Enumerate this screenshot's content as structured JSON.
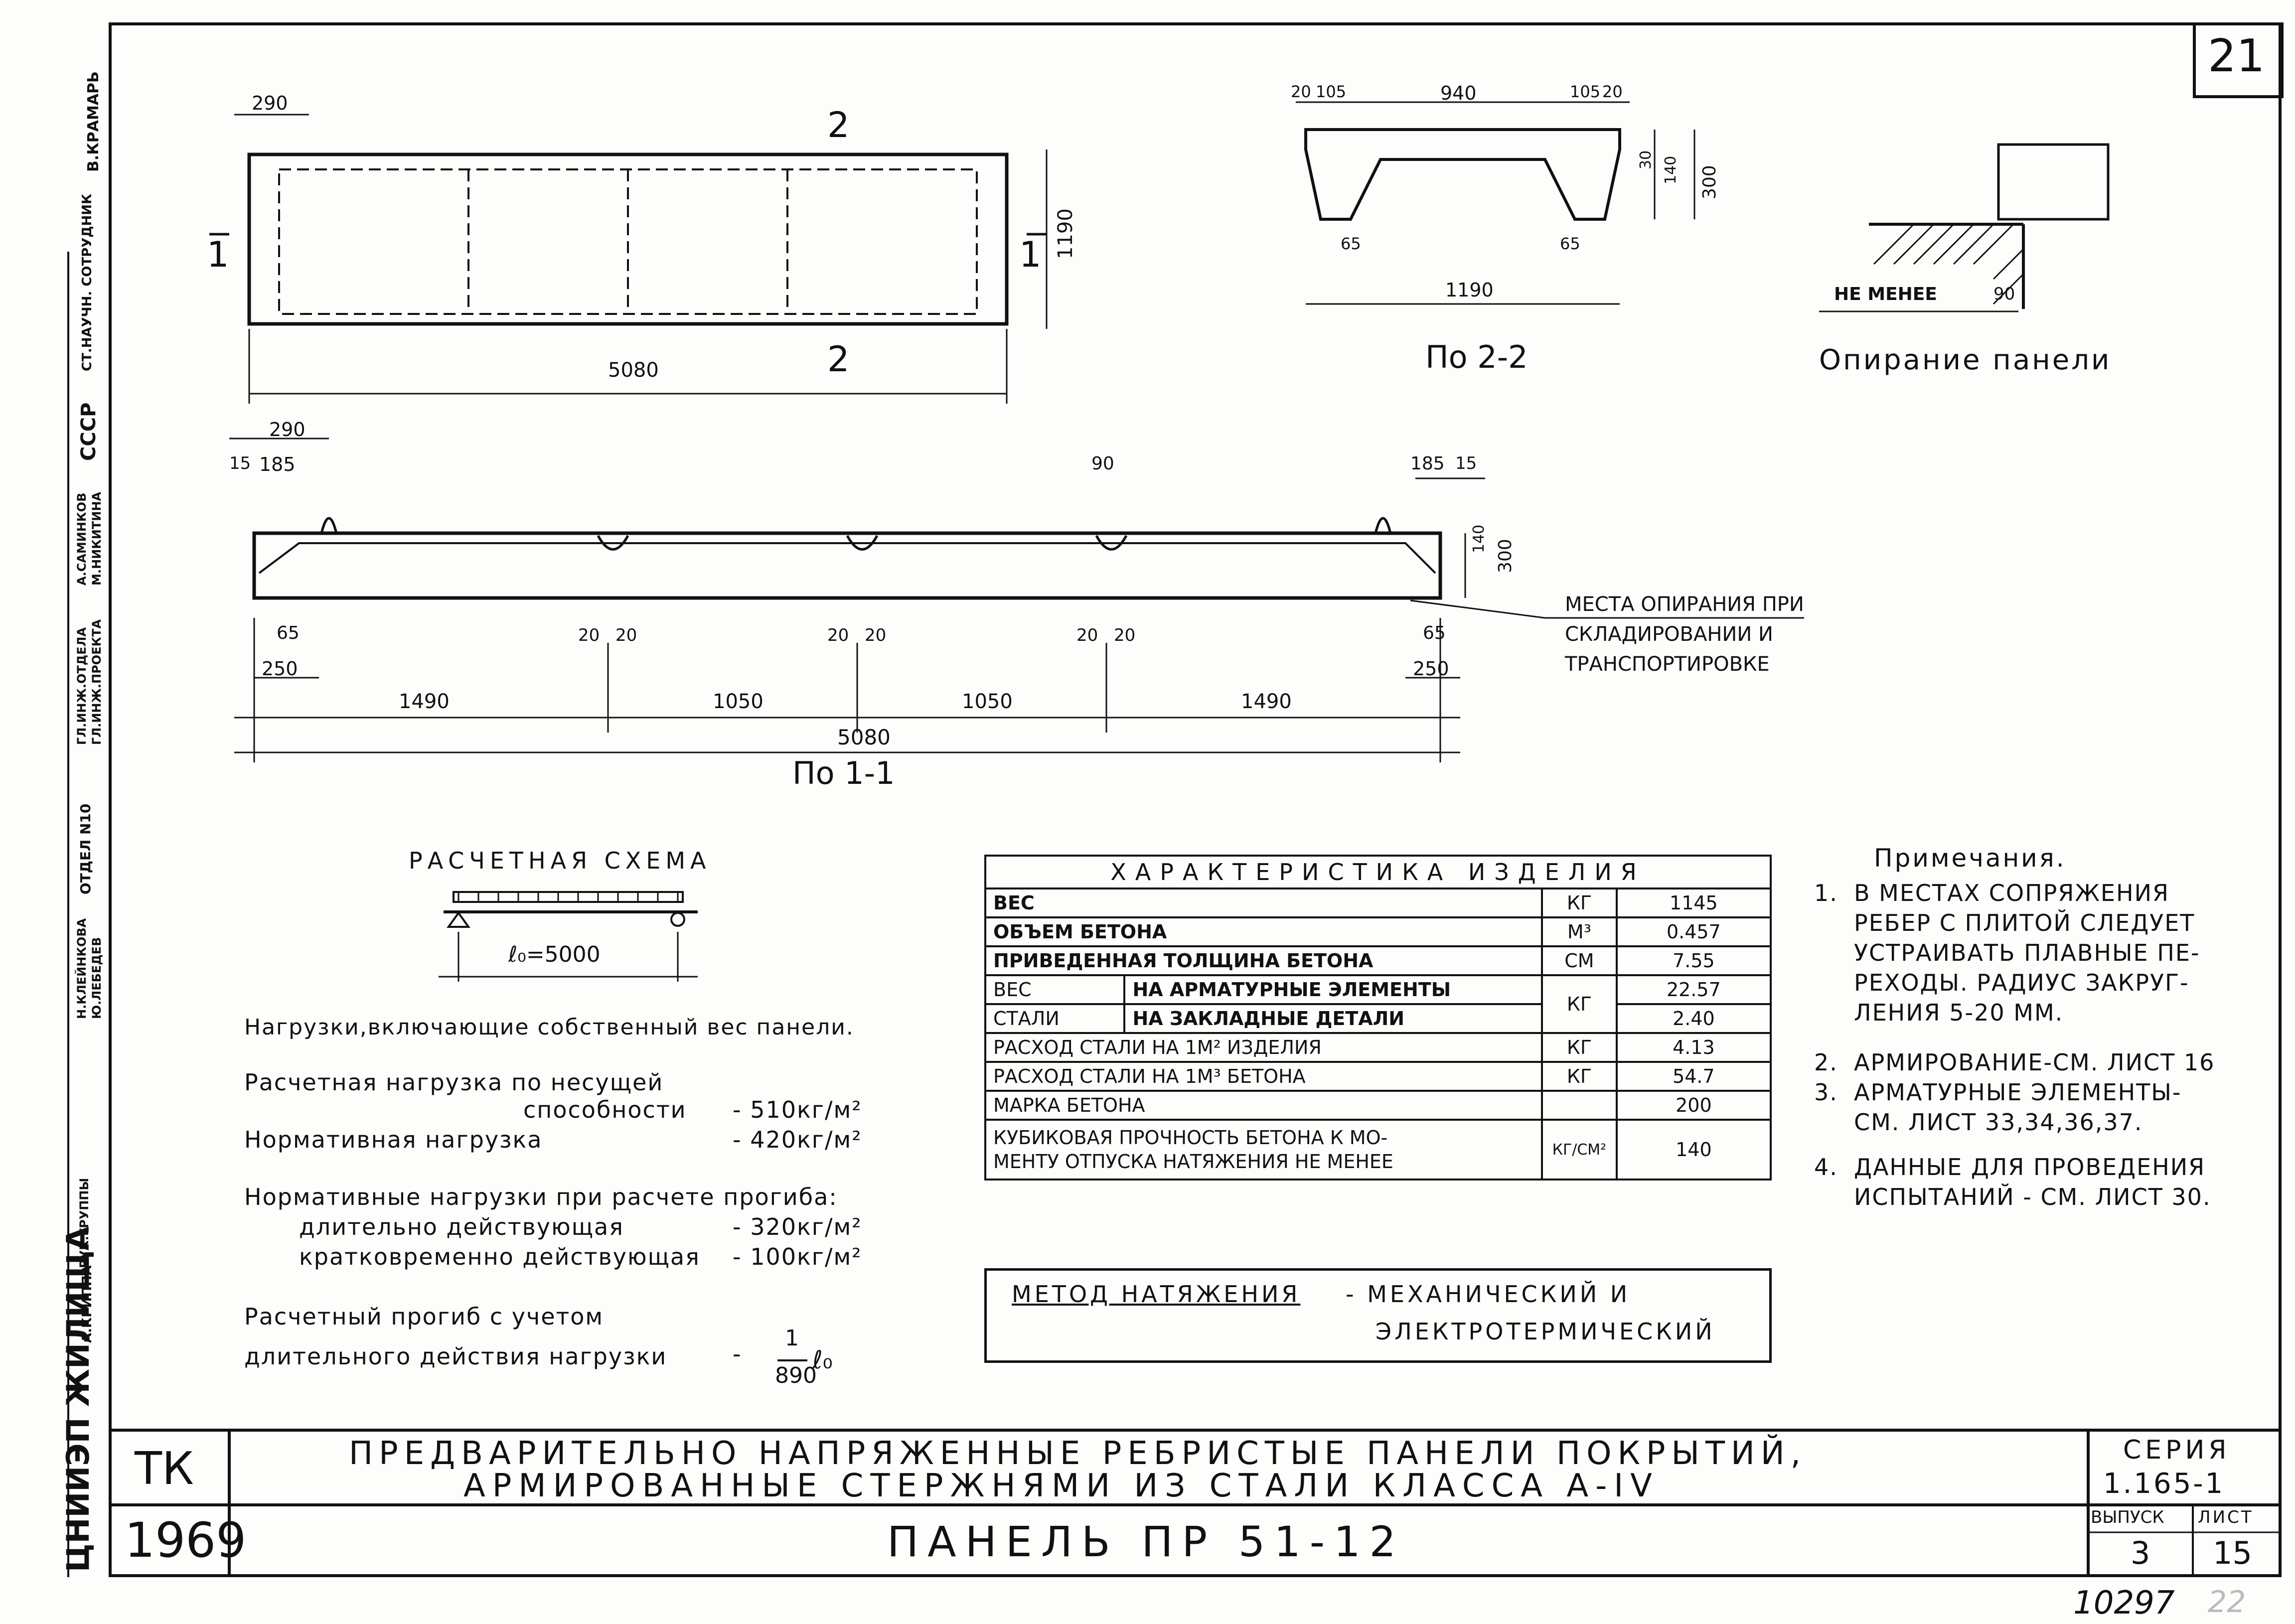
{
  "sheet_number": "21",
  "archive_number": "10297",
  "stray_mark": "22",
  "title_block": {
    "org": "ТК",
    "year": "1969",
    "title_line1": "ПРЕДВАРИТЕЛЬНО НАПРЯЖЕННЫЕ РЕБРИСТЫЕ ПАНЕЛИ ПОКРЫТИЙ,",
    "title_line2": "АРМИРОВАННЫЕ СТЕРЖНЯМИ ИЗ СТАЛИ КЛАССА А-IV",
    "panel_name": "ПАНЕЛЬ ПР 51-12",
    "series_label": "СЕРИЯ",
    "series_value": "1.165-1",
    "issue_label": "ВЫПУСК",
    "issue_value": "3",
    "sheet_label": "ЛИСТ",
    "sheet_value": "15"
  },
  "sidebar": {
    "institute": "ЦНИИЭП ЖИЛИЩА",
    "items": [
      "В.КРАМАРЬ",
      "СТ.НАУЧН. СОТРУДНИК",
      "СССР",
      "А.САМИНКОВ",
      "М.НИКИТИНА",
      "ГЛ.ИНЖ.ОТДЕЛА",
      "ГЛ.ИНЖ.ПРОЕКТА",
      "ОТДЕЛ N10",
      "Н.КЛЕЙНКОВА",
      "Ю.ЛЕБЕДЕВ",
      "РУК.ГРУППЫ",
      "А.КРИППА"
    ]
  },
  "plan_view": {
    "dim_top": "290",
    "dim_bottom": "5080",
    "dim_right": "1190",
    "section_mark_1": "1",
    "section_mark_2": "2"
  },
  "section_2_2": {
    "dims_top": [
      "20",
      "105",
      "940",
      "105",
      "20"
    ],
    "dims_right": [
      "30",
      "140",
      "300"
    ],
    "dims_bottom": [
      "65",
      "65",
      "1190"
    ],
    "caption": "По 2-2"
  },
  "support_detail": {
    "label": "НЕ МЕНЕЕ",
    "value": "90",
    "caption": "Опирание панели"
  },
  "section_1_1": {
    "dims_top": [
      "290",
      "15",
      "185",
      "90",
      "185",
      "15"
    ],
    "dims_right": [
      "140",
      "300"
    ],
    "dims_small": [
      "65",
      "250",
      "20",
      "20",
      "20",
      "20",
      "20",
      "20",
      "65",
      "250"
    ],
    "spans": [
      "1490",
      "1050",
      "1050",
      "1490"
    ],
    "total": "5080",
    "caption": "По 1-1",
    "support_note": [
      "МЕСТА ОПИРАНИЯ ПРИ",
      "СКЛАДИРОВАНИИ И",
      "ТРАНСПОРТИРОВКЕ"
    ]
  },
  "design_scheme": {
    "title": "РАСЧЕТНАЯ СХЕМА",
    "span": "ℓ₀=5000"
  },
  "loads": {
    "heading": "Нагрузки,включающие собственный вес панели.",
    "design_load_l1": "Расчетная нагрузка по несущей",
    "design_load_l2": "способности",
    "design_load_value": "- 510кг/м²",
    "normative_load": "Нормативная нагрузка",
    "normative_load_value": "- 420кг/м²",
    "deflection_heading": "Нормативные нагрузки при расчете прогиба:",
    "long_term": "длительно действующая",
    "long_term_value": "- 320кг/м²",
    "short_term": "кратковременно действующая",
    "short_term_value": "- 100кг/м²",
    "deflection_l1": "Расчетный прогиб с учетом",
    "deflection_l2": "длительного действия нагрузки",
    "deflection_value_num": "1",
    "deflection_value_den": "890",
    "deflection_value_suffix": "ℓ₀"
  },
  "characteristics": {
    "title": "ХАРАКТЕРИСТИКА ИЗДЕЛИЯ",
    "rows": [
      {
        "name": "ВЕС",
        "unit": "КГ",
        "value": "1145"
      },
      {
        "name": "ОБЪЕМ БЕТОНА",
        "unit": "М³",
        "value": "0.457"
      },
      {
        "name": "ПРИВЕДЕННАЯ ТОЛЩИНА БЕТОНА",
        "unit": "СМ",
        "value": "7.55"
      }
    ],
    "steel_label_1": "ВЕС",
    "steel_label_2": "СТАЛИ",
    "steel_rows": [
      {
        "name": "НА АРМАТУРНЫЕ ЭЛЕМЕНТЫ",
        "value": "22.57"
      },
      {
        "name": "НА ЗАКЛАДНЫЕ ДЕТАЛИ",
        "value": "2.40"
      }
    ],
    "steel_unit": "КГ",
    "rows2": [
      {
        "name": "РАСХОД СТАЛИ НА 1М² ИЗДЕЛИЯ",
        "unit": "КГ",
        "value": "4.13"
      },
      {
        "name": "РАСХОД СТАЛИ НА 1М³ БЕТОНА",
        "unit": "КГ",
        "value": "54.7"
      },
      {
        "name": "МАРКА БЕТОНА",
        "unit": "",
        "value": "200"
      }
    ],
    "strength_l1": "КУБИКОВАЯ ПРОЧНОСТЬ БЕТОНА К МО-",
    "strength_l2": "МЕНТУ ОТПУСКА НАТЯЖЕНИЯ НЕ МЕНЕЕ",
    "strength_unit": "КГ/СМ²",
    "strength_value": "140"
  },
  "tension_method": {
    "label": "МЕТОД НАТЯЖЕНИЯ",
    "value_l1": "- МЕХАНИЧЕСКИЙ И",
    "value_l2": "ЭЛЕКТРОТЕРМИЧЕСКИЙ"
  },
  "notes": {
    "title": "Примечания.",
    "items": [
      {
        "n": "1.",
        "lines": [
          "В МЕСТАХ СОПРЯЖЕНИЯ",
          "РЕБЕР С ПЛИТОЙ СЛЕДУЕТ",
          "УСТРАИВАТЬ ПЛАВНЫЕ ПЕ-",
          "РЕХОДЫ. РАДИУС ЗАКРУГ-",
          "ЛЕНИЯ 5-20 ММ."
        ]
      },
      {
        "n": "2.",
        "lines": [
          "АРМИРОВАНИЕ-СМ. ЛИСТ 16"
        ]
      },
      {
        "n": "3.",
        "lines": [
          "АРМАТУРНЫЕ ЭЛЕМЕНТЫ-",
          "СМ. ЛИСТ 33,34,36,37."
        ]
      },
      {
        "n": "4.",
        "lines": [
          "ДАННЫЕ ДЛЯ ПРОВЕДЕНИЯ",
          "ИСПЫТАНИЙ - СМ. ЛИСТ 30."
        ]
      }
    ]
  }
}
